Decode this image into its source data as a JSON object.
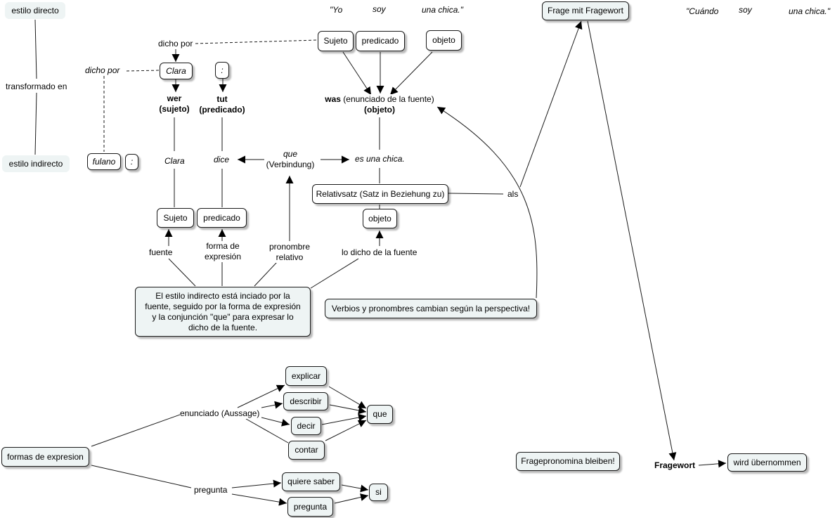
{
  "nodes": {
    "estilo_directo": "estilo directo",
    "estilo_indirecto": "estilo indirecto",
    "fulano": "fulano",
    "colon_fulano": ":",
    "clara_top": "Clara",
    "colon_top": ":",
    "sujeto_top": "Sujeto",
    "predicado_top": "predicado",
    "objeto_top": "objeto",
    "frage_mit_fragewort": "Frage mit Fragewort",
    "relativsatz": "Relativsatz (Satz in Beziehung zu)",
    "sujeto_bottom": "Sujeto",
    "predicado_bottom": "predicado",
    "objeto_bottom": "objeto",
    "summary": "El estilo indirecto está inciado por la fuente, seguido por la forma de expresión y la conjunción \"que\" para expresar lo dicho de la fuente.",
    "verbios": "Verbios y pronombres cambian según la perspectiva!",
    "formas": "formas de expresion",
    "explicar": "explicar",
    "describir": "describir",
    "decir": "decir",
    "contar": "contar",
    "que": "que",
    "quiere_saber": "quiere saber",
    "pregunta_node": "pregunta",
    "si": "si",
    "fragepronomina": "Fragepronomina bleiben!",
    "wird": "wird übernommen"
  },
  "labels": {
    "yo": "\"Yo",
    "soy_1": "soy",
    "una_chica_1": "una chica.\"",
    "cuando": "\"Cuándo",
    "soy_2": "soy",
    "una_chica_2": "una chica.\"",
    "transformado": "transformado en",
    "dicho_por_top": "dicho por",
    "dicho_por_it": "dicho por",
    "wer": "wer",
    "sujeto_paren": "(sujeto)",
    "tut": "tut",
    "predicado_paren": "(predicado)",
    "was": "was",
    "enunciado_fuente": " (enunciado de la fuente)",
    "objeto_paren": "(objeto)",
    "clara_mid": "Clara",
    "dice": "dice",
    "que_it": "que",
    "verbindung": "(Verbindung)",
    "es_una_chica": "es una chica.",
    "als": "als",
    "fuente": "fuente",
    "forma_expresion": "forma de\nexpresión",
    "pronombre_relativo": "pronombre\nrelativo",
    "lo_dicho": "lo dicho de la fuente",
    "enunciado_aussage": "enunciado (Aussage)",
    "pregunta_lbl": "pregunta",
    "fragewort": "Fragewort"
  },
  "colors": {
    "node_fill": "#ffffff",
    "node_fill_blue": "#eef4f4",
    "line": "#1a1a1a"
  }
}
